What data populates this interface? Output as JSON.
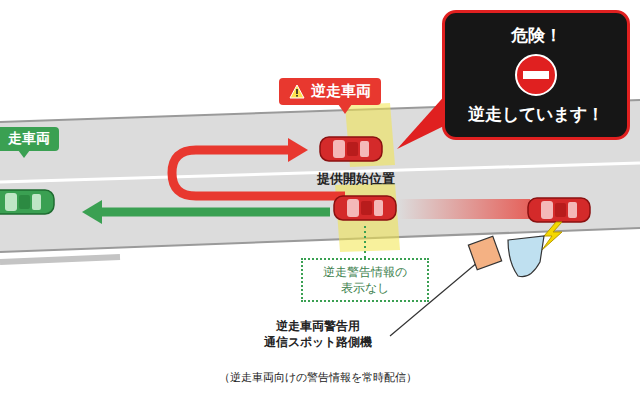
{
  "diagram": {
    "nodes": [
      {
        "text": [
          "逆走車両"
        ]
      },
      {
        "text": [
          "走車両"
        ]
      },
      {
        "text": [
          "危険！",
          "逆走しています！"
        ]
      },
      {
        "text": [
          "逆走警告情報の 表示なし"
        ]
      }
    ],
    "labels": [
      "提供開始位置",
      "逆走車両警告用 通信スポット路側機",
      "（逆走車両向けの警告情報を常時配信）"
    ]
  }
}
